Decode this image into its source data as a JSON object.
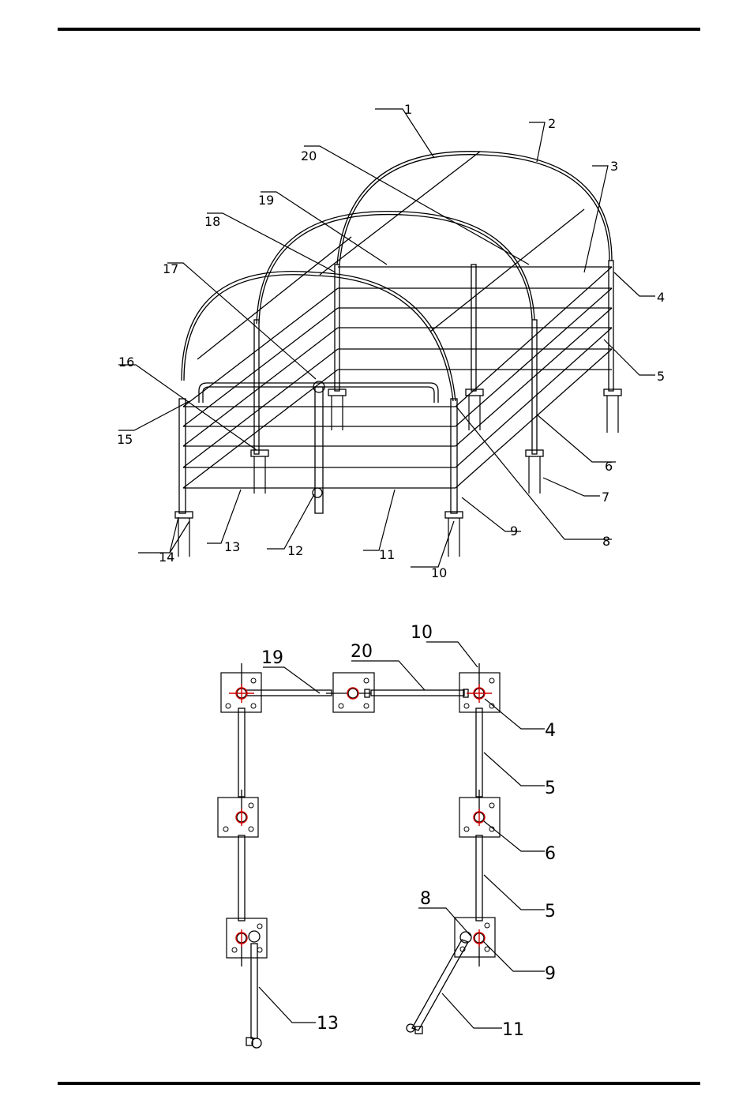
{
  "perspective_callouts": [
    {
      "id": "p1",
      "text": "1"
    },
    {
      "id": "p2",
      "text": "2"
    },
    {
      "id": "p3",
      "text": "3"
    },
    {
      "id": "p4",
      "text": "4"
    },
    {
      "id": "p5",
      "text": "5"
    },
    {
      "id": "p6",
      "text": "6"
    },
    {
      "id": "p7",
      "text": "7"
    },
    {
      "id": "p8",
      "text": "8"
    },
    {
      "id": "p9",
      "text": "9"
    },
    {
      "id": "p10",
      "text": "10"
    },
    {
      "id": "p11",
      "text": "11"
    },
    {
      "id": "p12",
      "text": "12"
    },
    {
      "id": "p13",
      "text": "13"
    },
    {
      "id": "p14",
      "text": "14"
    },
    {
      "id": "p15",
      "text": "15"
    },
    {
      "id": "p16",
      "text": "16"
    },
    {
      "id": "p17",
      "text": "17"
    },
    {
      "id": "p18",
      "text": "18"
    },
    {
      "id": "p19",
      "text": "19"
    },
    {
      "id": "p20",
      "text": "20"
    }
  ],
  "plan_callouts": [
    {
      "id": "q10",
      "text": "10"
    },
    {
      "id": "q19",
      "text": "19"
    },
    {
      "id": "q20",
      "text": "20"
    },
    {
      "id": "q4",
      "text": "4"
    },
    {
      "id": "q5a",
      "text": "5"
    },
    {
      "id": "q6",
      "text": "6"
    },
    {
      "id": "q5b",
      "text": "5"
    },
    {
      "id": "q8",
      "text": "8"
    },
    {
      "id": "q9",
      "text": "9"
    },
    {
      "id": "q13",
      "text": "13"
    },
    {
      "id": "q11",
      "text": "11"
    }
  ]
}
